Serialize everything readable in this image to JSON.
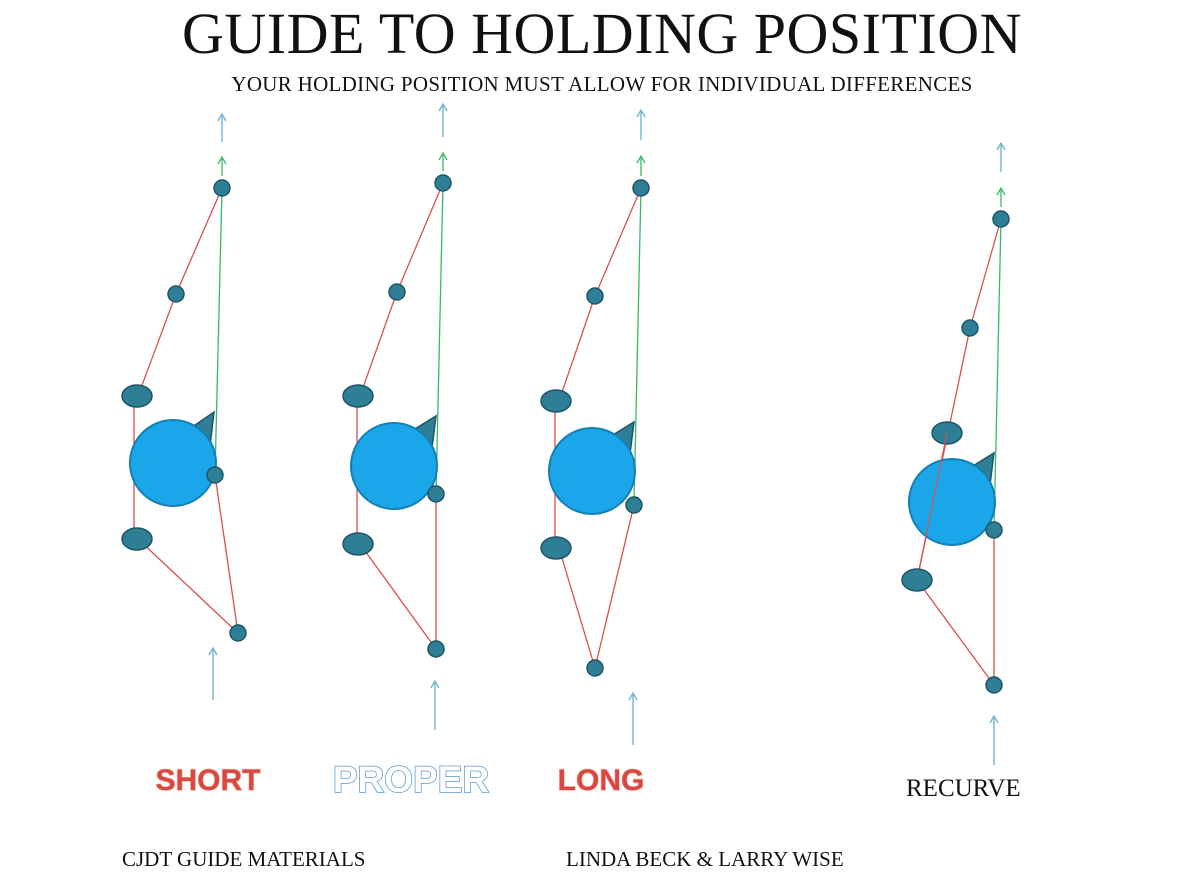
{
  "title": "GUIDE TO HOLDING POSITION",
  "subtitle": "YOUR HOLDING POSITION MUST ALLOW FOR INDIVIDUAL DIFFERENCES",
  "labels": {
    "short": "SHORT",
    "proper": "PROPER",
    "long": "LONG",
    "recurve": "RECURVE"
  },
  "footer": {
    "left": "CJDT GUIDE MATERIALS",
    "right": "LINDA BECK & LARRY WISE"
  },
  "colors": {
    "joint_fill": "#2e7f96",
    "joint_stroke": "#1d5566",
    "head_fill": "#1aa6e8",
    "head_stroke": "#147fb3",
    "red_line": "#d9504f",
    "green_line": "#3ab86a",
    "arrow": "#6aaed0",
    "short_label": "#d9473f",
    "proper_label": "#5a97cf",
    "long_label": "#d9473f"
  }
}
